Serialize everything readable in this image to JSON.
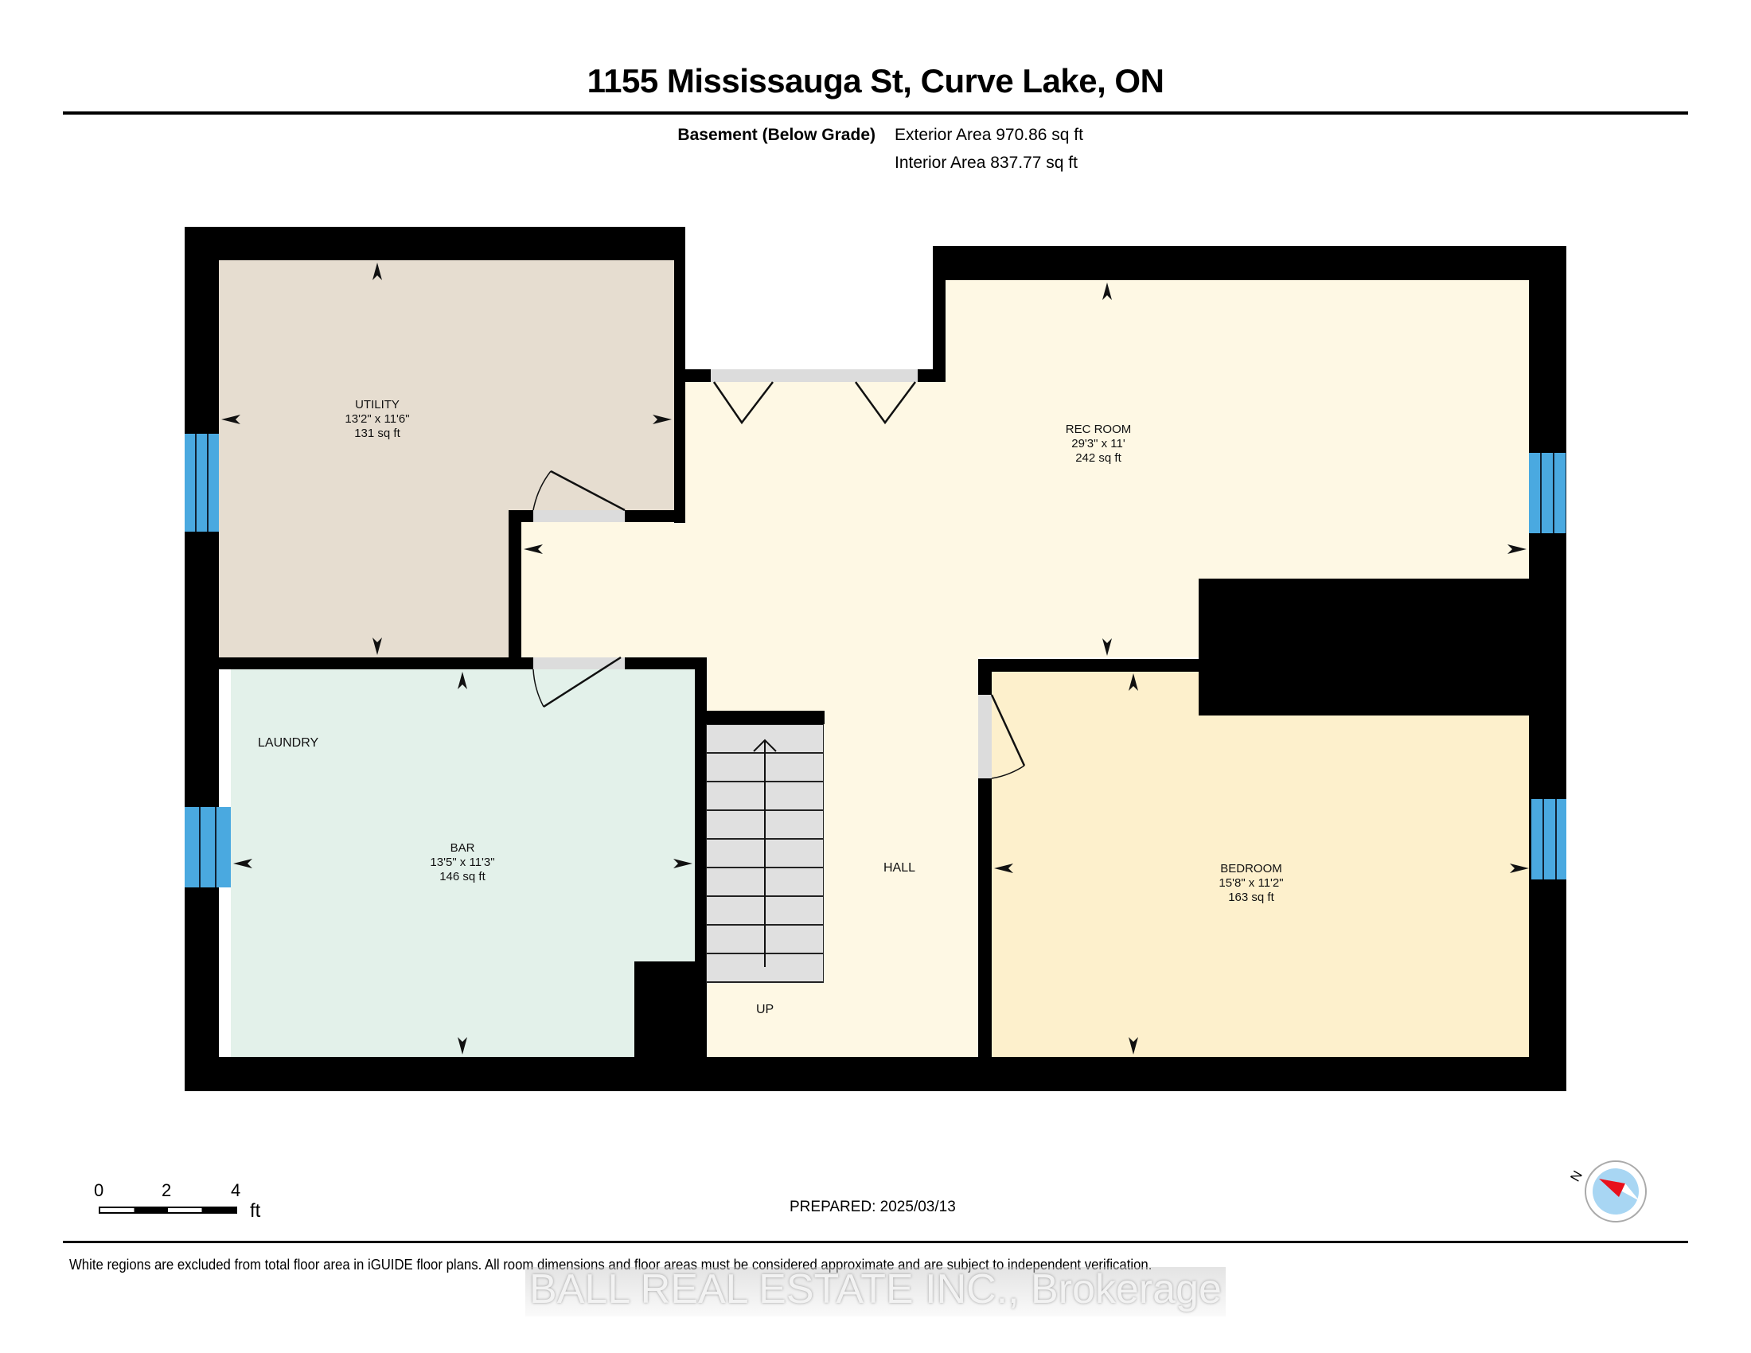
{
  "header": {
    "title": "1155 Mississauga St, Curve Lake, ON",
    "floor_label": "Basement (Below Grade)",
    "exterior_area": "Exterior Area 970.86 sq ft",
    "interior_area": "Interior Area 837.77 sq ft"
  },
  "rooms": {
    "utility": {
      "name": "UTILITY",
      "dims": "13'2\" x 11'6\"",
      "area": "131 sq ft",
      "color": "#e6ddd0"
    },
    "rec_room": {
      "name": "REC ROOM",
      "dims": "29'3\" x 11'",
      "area": "242 sq ft",
      "color": "#fef8e4"
    },
    "bar": {
      "name": "BAR",
      "dims": "13'5\" x 11'3\"",
      "area": "146 sq ft",
      "color": "#e3f1ea"
    },
    "bedroom": {
      "name": "BEDROOM",
      "dims": "15'8\" x 11'2\"",
      "area": "163 sq ft",
      "color": "#fdf0cc"
    },
    "hall": {
      "name": "HALL"
    },
    "laundry": {
      "name": "LAUNDRY"
    },
    "stairs": {
      "label": "UP"
    }
  },
  "colors": {
    "wall": "#000000",
    "window": "#4aa9e0",
    "door_gap": "#dcdcdc",
    "stairs": "#e0e0e0"
  },
  "scale_bar": {
    "ticks": [
      "0",
      "2",
      "4"
    ],
    "unit": "ft"
  },
  "prepared": "PREPARED: 2025/03/13",
  "compass": {
    "label": "N"
  },
  "footer": {
    "disclaimer": "White regions are excluded from total floor area in iGUIDE floor plans. All room dimensions and floor areas must be considered approximate and are subject to independent verification.",
    "watermark": "BALL REAL ESTATE INC., Brokerage"
  }
}
